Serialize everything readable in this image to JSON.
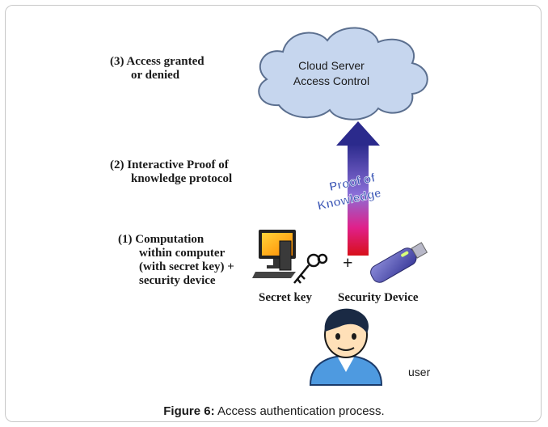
{
  "steps": {
    "step3": [
      "(3) Access granted",
      "or denied"
    ],
    "step2": [
      "(2) Interactive Proof of",
      "knowledge protocol"
    ],
    "step1": [
      "(1) Computation",
      "within computer",
      "(with secret key) +",
      "security device"
    ]
  },
  "cloud": {
    "line1": "Cloud Server",
    "line2": "Access Control",
    "fill": "#c6d6ee",
    "stroke": "#5b6f8f"
  },
  "arrow": {
    "text_line1": "Proof of",
    "text_line2": "Knowledge",
    "text_color": "#3a55b5"
  },
  "plus": "+",
  "items": {
    "secret_key": "Secret key",
    "security_device": "Security Device"
  },
  "user_label": "user",
  "caption": {
    "bold": "Figure 6:",
    "text": " Access authentication process."
  },
  "icons": [
    "cloud-icon",
    "computer-icon",
    "key-icon",
    "usb-device-icon",
    "user-icon"
  ]
}
